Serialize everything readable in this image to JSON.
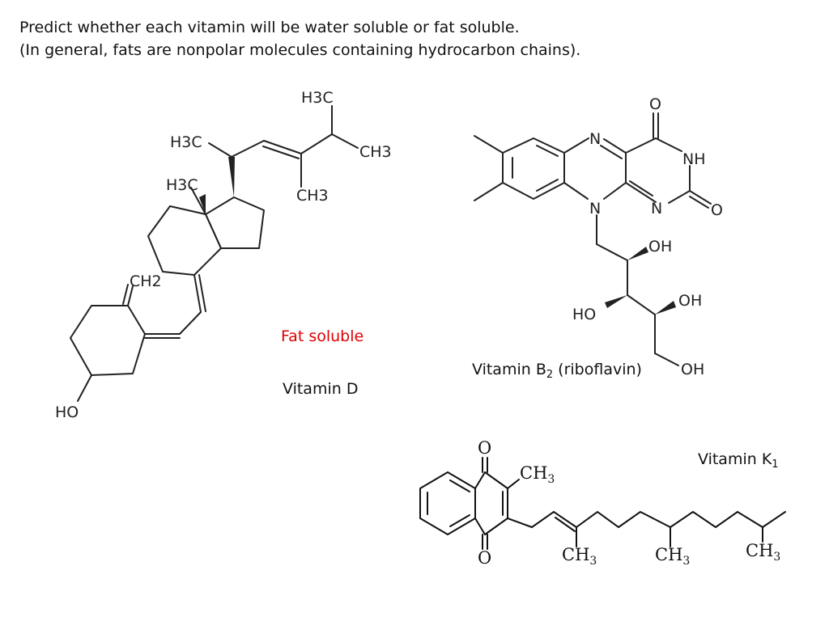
{
  "prompt": {
    "line1": "Predict whether each vitamin will be water soluble or fat soluble.",
    "line2": "(In general, fats are nonpolar molecules containing hydrocarbon chains)."
  },
  "vitamin_d": {
    "name": "Vitamin D",
    "answer": "Fat soluble",
    "answer_color": "#e00000",
    "atoms": {
      "h3c_top": "H3C",
      "h3c_left": "H3C",
      "ch3_right": "CH3",
      "ch3_below": "CH3",
      "h3c_ring": "H3C",
      "ch2": "CH2",
      "ho": "HO"
    }
  },
  "vitamin_b2": {
    "name_prefix": "Vitamin B",
    "name_sub": "2",
    "name_suffix": " (riboflavin)",
    "atoms": {
      "o_top": "O",
      "n_top": "N",
      "nh": "NH",
      "n_mid": "N",
      "n_ring": "N",
      "o_right": "O",
      "oh1": "OH",
      "oh2": "OH",
      "ho": "HO",
      "oh3": "OH"
    }
  },
  "vitamin_k1": {
    "name_prefix": "Vitamin K",
    "name_sub": "1",
    "atoms": {
      "o_top": "O",
      "o_bottom": "O",
      "ch3_ring": "CH3",
      "ch3_a": "CH3",
      "ch3_b": "CH3",
      "ch3_c": "CH3"
    }
  }
}
